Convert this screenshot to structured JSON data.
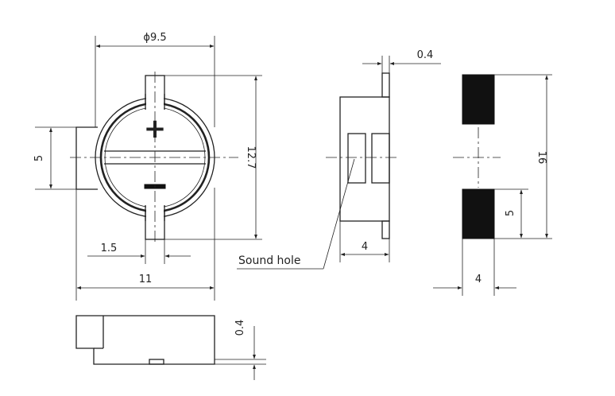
{
  "dimensions": {
    "diameter": "ϕ9.5",
    "height_total": "12.7",
    "tab_width": "5",
    "pitch": "1.5",
    "width_total": "11",
    "side_thickness": "0.4",
    "side_width": "4",
    "bottom_thickness": "0.4",
    "pad_span": "16",
    "pad_length": "5",
    "pad_width": "4"
  },
  "labels": {
    "sound_hole": "Sound hole",
    "plus": "+",
    "minus": "−"
  }
}
